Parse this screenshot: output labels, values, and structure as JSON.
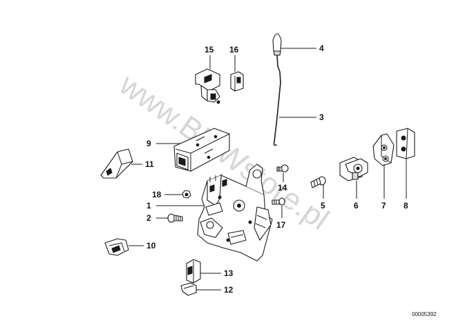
{
  "diagram": {
    "watermark": "www.BMWstore.pl",
    "reference_number": "00005392",
    "callouts": [
      {
        "id": "c1",
        "label": "1"
      },
      {
        "id": "c2",
        "label": "2"
      },
      {
        "id": "c3",
        "label": "3"
      },
      {
        "id": "c4",
        "label": "4"
      },
      {
        "id": "c5",
        "label": "5"
      },
      {
        "id": "c6",
        "label": "6"
      },
      {
        "id": "c7",
        "label": "7"
      },
      {
        "id": "c8",
        "label": "8"
      },
      {
        "id": "c9",
        "label": "9"
      },
      {
        "id": "c10",
        "label": "10"
      },
      {
        "id": "c11",
        "label": "11"
      },
      {
        "id": "c12",
        "label": "12"
      },
      {
        "id": "c13",
        "label": "13"
      },
      {
        "id": "c14",
        "label": "14"
      },
      {
        "id": "c15",
        "label": "15"
      },
      {
        "id": "c16",
        "label": "16"
      },
      {
        "id": "c17",
        "label": "17"
      },
      {
        "id": "c18",
        "label": "18"
      }
    ]
  }
}
